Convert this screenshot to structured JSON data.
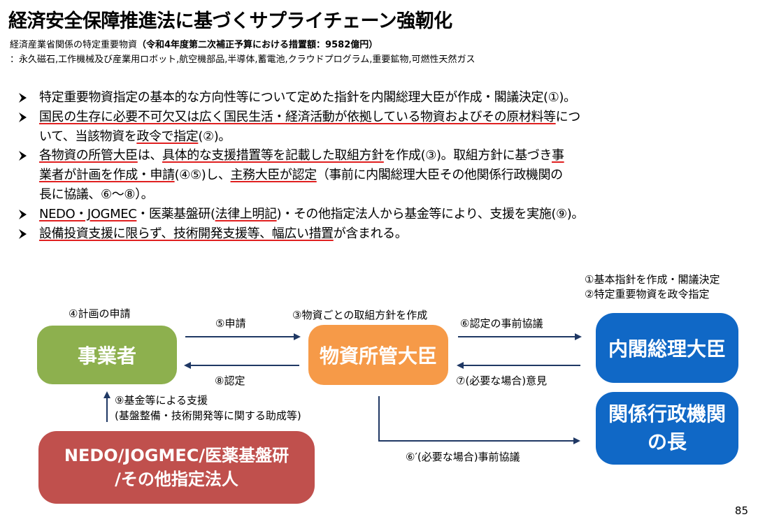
{
  "title": "経済安全保障推進法に基づくサプライチェーン強靭化",
  "subtitle": {
    "line1_prefix": "経済産業省関係の特定重要物資",
    "line1_bold": "（令和4年度第二次補正予算における措置額：9582億円）",
    "line2": "：永久磁石,工作機械及び産業用ロボット,航空機部品,半導体,蓄電池,クラウドプログラム,重要鉱物,可燃性天然ガス"
  },
  "bullets": {
    "b1": "特定重要物資指定の基本的な方向性等について定めた指針を内閣総理大臣が作成・閣議決定(①)。",
    "b2_u1": "国民の生存に必要不可欠又は広く国民生活・経済活動が依拠している物資およびその原材料等",
    "b2_t1": "につ",
    "b2_t2": "いて、当該物資を",
    "b2_u2": "政令で指定",
    "b2_t3": "(②)。",
    "b3_u1": "各物資の所管大臣",
    "b3_t1": "は、",
    "b3_u2": "具体的な支援措置等を記載した取組方針",
    "b3_t2": "を作成(③)。取組方針に基づき",
    "b3_u3": "事",
    "b3_u4": "業者が計画を作成・申請",
    "b3_t3": "(④⑤)し、",
    "b3_u5": "主務大臣が認定",
    "b3_t4": "（事前に内閣総理大臣その他関係行政機関の",
    "b3_t5": "長に協議、⑥～⑧）。",
    "b4_u1": "NEDO・JOGMEC",
    "b4_t1": "・医薬基盤研(",
    "b4_u2": "法律上明記",
    "b4_t2": ")・その他指定法人から基金等により、支援を実施(⑨)。",
    "b5_u1": "設備投資支援に限らず、技術開発支援等、幅広い措置",
    "b5_t1": "が含まれる。"
  },
  "diagram": {
    "note1": "①基本指針を作成・閣議決定",
    "note2": "②特定重要物資を政令指定",
    "box_business": "事業者",
    "box_minister": "物資所管大臣",
    "box_pm": "内閣総理大臣",
    "box_agency_l1": "関係行政機関",
    "box_agency_l2": "の長",
    "box_nedo_l1": "NEDO/JOGMEC/医薬基盤研",
    "box_nedo_l2": "/その他指定法人",
    "label_plan": "④計画の申請",
    "label_apply": "⑤申請",
    "label_policy": "③物資ごとの取組方針を作成",
    "label_consult": "⑥認定の事前協議",
    "label_approve": "⑧認定",
    "label_opinion": "⑦(必要な場合)意見",
    "label_fund1": "⑨基金等による支援",
    "label_fund2": "(基盤整備・技術開発等に関する助成等)",
    "label_consult2": "⑥′(必要な場合)事前協議"
  },
  "page_number": "85",
  "colors": {
    "green": "#8db04e",
    "orange": "#f69a48",
    "blue": "#1068c6",
    "red": "#c0504d",
    "arrow": "#1f3864",
    "underline": "#e02020"
  }
}
